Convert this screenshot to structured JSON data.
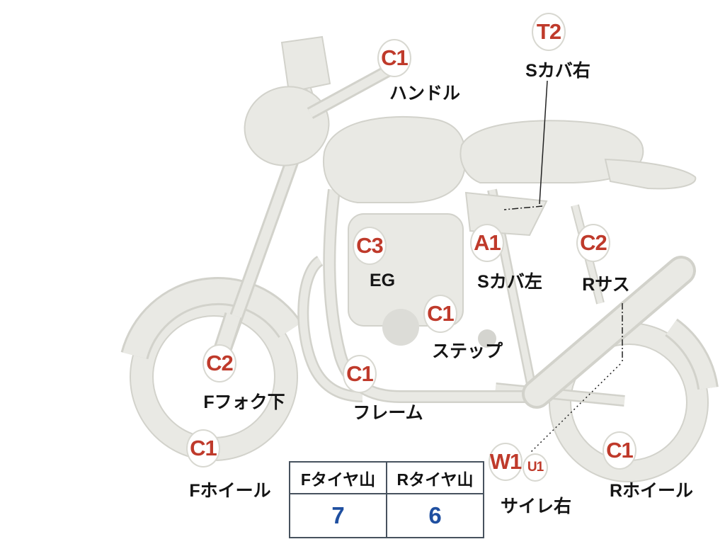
{
  "diagram": {
    "title": "motorcycle-condition-diagram",
    "markers": [
      {
        "id": "handlebar",
        "code": "C1",
        "label": "ハンドル"
      },
      {
        "id": "s-cover-right",
        "code": "T2",
        "label": "Sカバ右"
      },
      {
        "id": "engine",
        "code": "C3",
        "label": "EG"
      },
      {
        "id": "s-cover-left",
        "code": "A1",
        "label": "Sカバ左"
      },
      {
        "id": "rear-suspension",
        "code": "C2",
        "label": "Rサス"
      },
      {
        "id": "step",
        "code": "C1",
        "label": "ステップ"
      },
      {
        "id": "f-fork-lower",
        "code": "C2",
        "label": "Fフォク下"
      },
      {
        "id": "frame",
        "code": "C1",
        "label": "フレーム"
      },
      {
        "id": "f-wheel",
        "code": "C1",
        "label": "Fホイール"
      },
      {
        "id": "silencer-right",
        "code": "W1",
        "sub_code": "U1",
        "label": "サイレ右"
      },
      {
        "id": "r-wheel",
        "code": "C1",
        "label": "Rホイール"
      }
    ],
    "colors": {
      "marker_text": "#bf3a2b",
      "label_text": "#151515",
      "bike_fill": "#e9e9e4",
      "bike_outline": "#d2d2cb",
      "table_border": "#47525e",
      "table_value_text": "#1f4fa0"
    }
  },
  "tire_table": {
    "columns": [
      {
        "header": "Fタイヤ山",
        "value": "7"
      },
      {
        "header": "Rタイヤ山",
        "value": "6"
      }
    ]
  }
}
